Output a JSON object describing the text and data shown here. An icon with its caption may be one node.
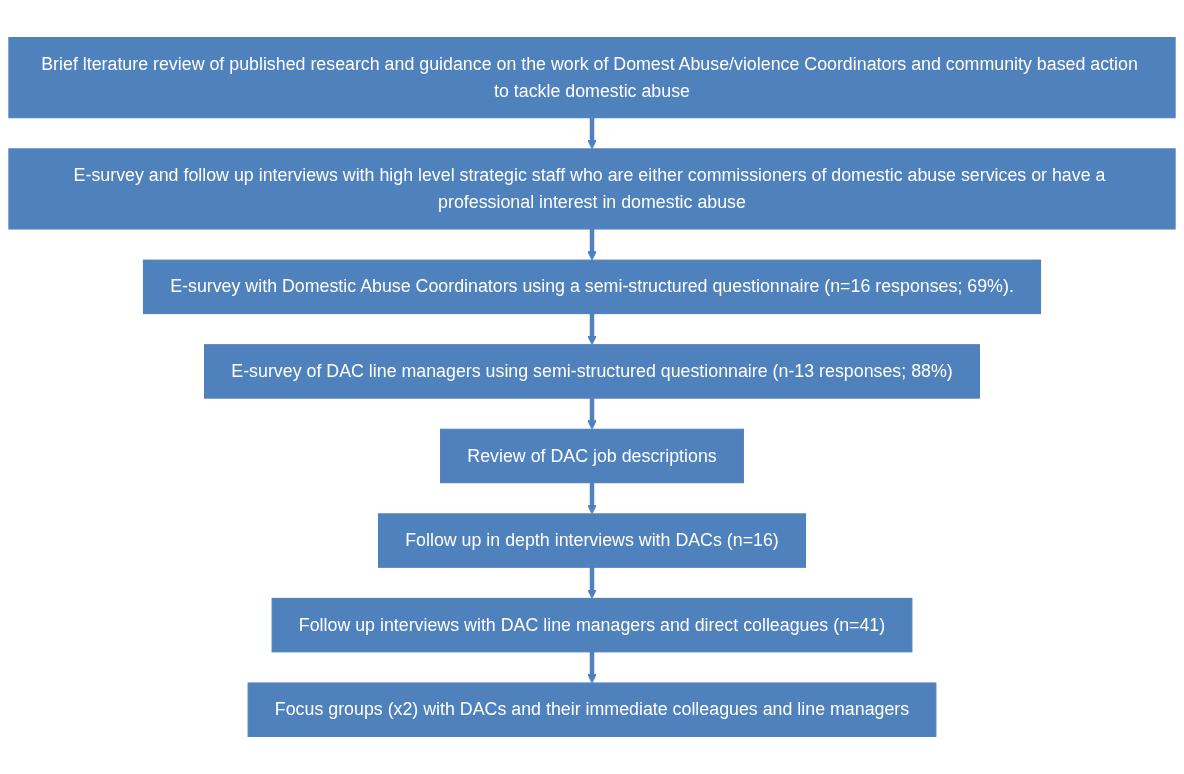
{
  "diagram": {
    "nodes": [
      {
        "text": [
          "Brief lterature review of published research and guidance on the work of Domest Abuse/violence Coordinators and community based action to tackle domestic abuse"
        ]
      },
      {
        "text": [
          "E-survey and follow up interviews with high level strategic staff who are either commissioners of domestic abuse services or have a professional interest in domestic abuse"
        ]
      },
      {
        "text": [
          "E-survey with Domestic Abuse Coordinators using a semi-structured questionnaire (n=16 responses; 69%)."
        ]
      },
      {
        "text": [
          "E-survey of DAC line managers using semi-structured questionnaire (n-13 responses; 88%)"
        ]
      },
      {
        "text": [
          "Review of DAC job descriptions"
        ]
      },
      {
        "text": [
          "Follow up in depth interviews with DACs (n=16)"
        ]
      },
      {
        "text": [
          "Follow up interviews with DAC line managers and direct colleagues (n=41)"
        ]
      },
      {
        "text": [
          "Focus groups (x2) with DACs and their immediate colleagues and line managers"
        ]
      }
    ],
    "edges": [
      {
        "from": 0,
        "to": 1,
        "arrow": "to"
      },
      {
        "from": 1,
        "to": 2,
        "arrow": "to"
      },
      {
        "from": 2,
        "to": 3,
        "arrow": "to"
      },
      {
        "from": 3,
        "to": 4,
        "arrow": "to"
      },
      {
        "from": 4,
        "to": 5,
        "arrow": "to"
      },
      {
        "from": 5,
        "to": 6,
        "arrow": "to"
      },
      {
        "from": 6,
        "to": 7,
        "arrow": "to"
      }
    ]
  }
}
